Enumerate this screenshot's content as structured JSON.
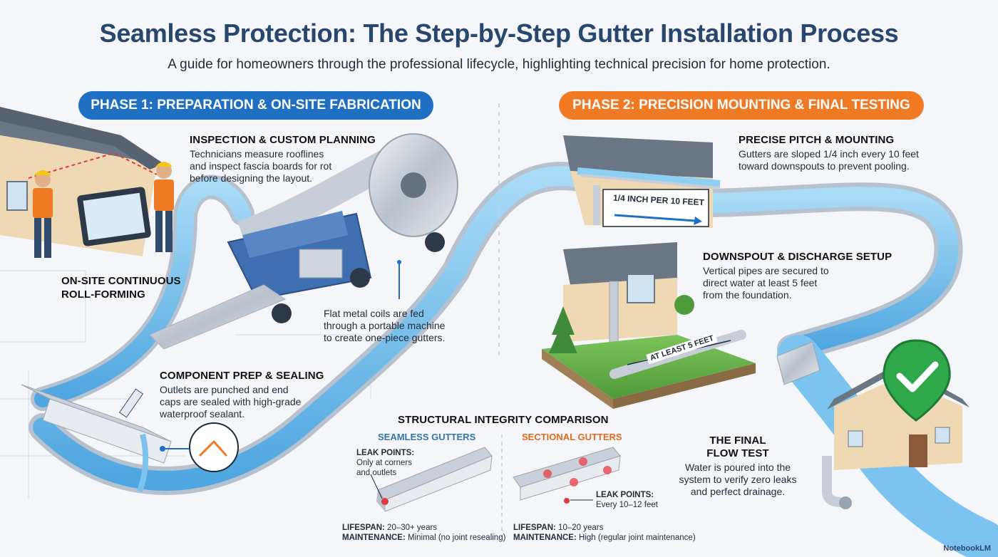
{
  "header": {
    "title": "Seamless Protection: The Step-by-Step Gutter Installation Process",
    "subtitle": "A guide for homeowners through the professional lifecycle, highlighting technical precision for home protection."
  },
  "phase1": {
    "label": "PHASE 1: PREPARATION & ON-SITE FABRICATION",
    "inspection": {
      "title": "INSPECTION & CUSTOM PLANNING",
      "lines": [
        "Technicians measure rooflines",
        "and inspect fascia boards for rot",
        "before designing the layout."
      ]
    },
    "rollforming": {
      "title_lines": [
        "ON-SITE CONTINUOUS",
        "ROLL-FORMING"
      ],
      "lines": [
        "Flat metal coils are fed",
        "through a portable machine",
        "to create one-piece gutters."
      ]
    },
    "component": {
      "title": "COMPONENT PREP & SEALING",
      "lines": [
        "Outlets are punched and end",
        "caps are sealed with high-grade",
        "waterproof sealant."
      ]
    }
  },
  "phase2": {
    "label": "PHASE 2: PRECISION MOUNTING & FINAL TESTING",
    "pitch": {
      "title": "PRECISE PITCH & MOUNTING",
      "lines": [
        "Gutters are sloped 1/4 inch every 10 feet",
        "toward downspouts to prevent pooling."
      ],
      "sign": "1/4 INCH PER 10 FEET"
    },
    "downspout": {
      "title": "DOWNSPOUT & DISCHARGE SETUP",
      "lines": [
        "Vertical pipes are secured to",
        "direct water at least 5 feet",
        "from the foundation."
      ],
      "sign": "AT LEAST 5 FEET"
    },
    "flowtest": {
      "title_lines": [
        "THE FINAL",
        "FLOW TEST"
      ],
      "lines": [
        "Water is poured into the",
        "system to verify zero leaks",
        "and perfect drainage."
      ]
    }
  },
  "comparison": {
    "title": "STRUCTURAL INTEGRITY COMPARISON",
    "seamless": {
      "label": "SEAMLESS GUTTERS",
      "leak_label": "LEAK POINTS:",
      "leak_lines": [
        "Only at corners",
        "and outlets"
      ],
      "lifespan_label": "LIFESPAN:",
      "lifespan": "20–30+ years",
      "maintenance_label": "MAINTENANCE:",
      "maintenance": "Minimal (no joint resealing)"
    },
    "sectional": {
      "label": "SECTIONAL GUTTERS",
      "leak_label": "LEAK POINTS:",
      "leak_lines": [
        "Every 10–12 feet"
      ],
      "lifespan_label": "LIFESPAN:",
      "lifespan": "10–20 years",
      "maintenance_label": "MAINTENANCE:",
      "maintenance": "High (regular joint maintenance)"
    }
  },
  "brand": "NotebookLM",
  "colors": {
    "title": "#27476e",
    "phase1": "#1f6fc2",
    "phase2": "#f07a24",
    "water": "#7cc4ef",
    "check": "#2ea84a"
  }
}
